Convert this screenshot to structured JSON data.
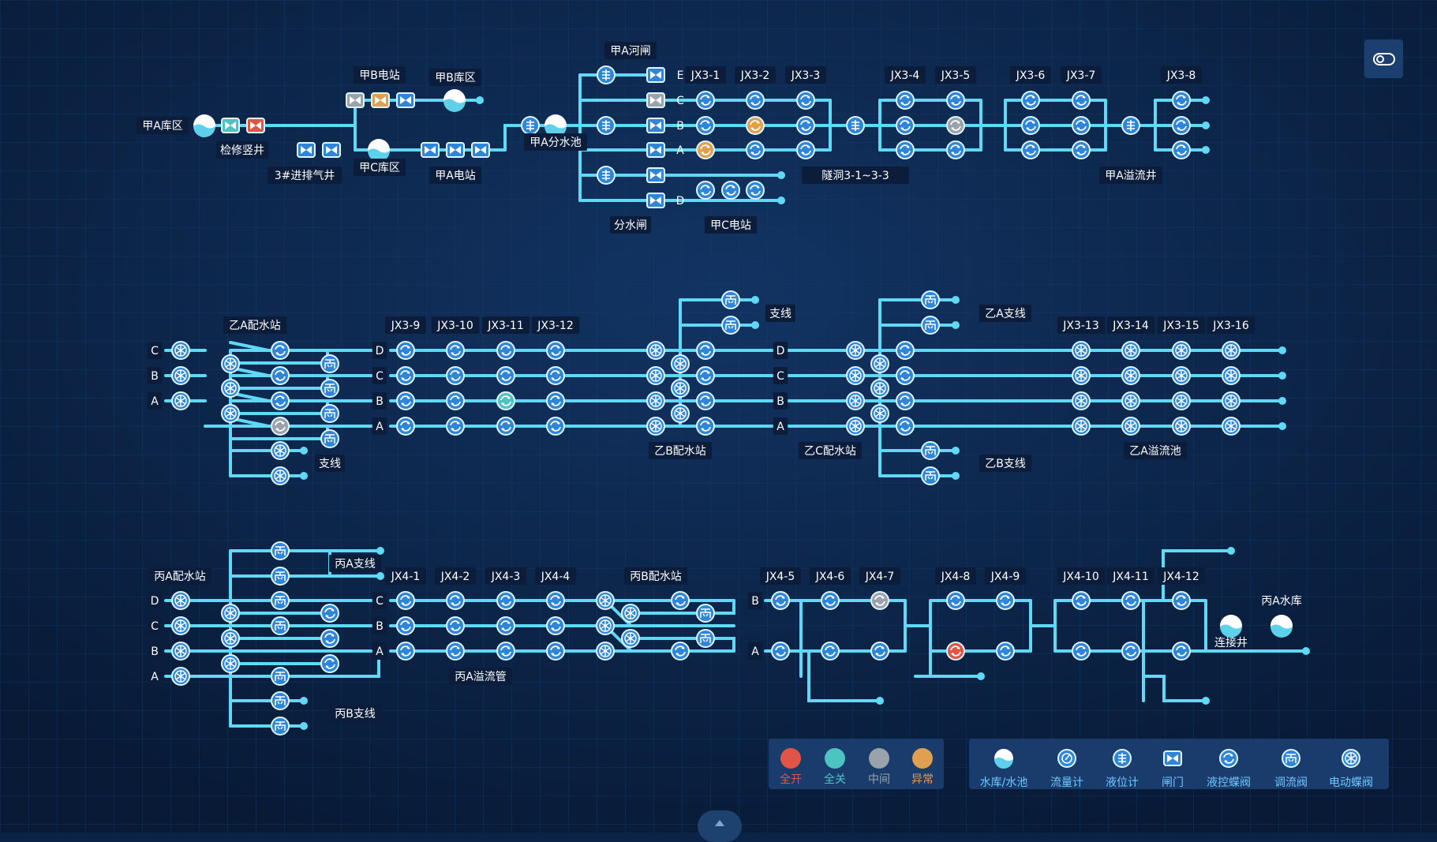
{
  "colors": {
    "pipe": "#5fd9f5",
    "icon_blue": "#2f86d8",
    "icon_border": "#dff6ff",
    "label_bg": "#0b1d3b",
    "label_text": "#ffffff",
    "background": "#0b2346",
    "grid": "#163a66",
    "open_red": "#e05545",
    "closed_teal": "#4ec4c2",
    "middle_gray": "#9aa3ab",
    "abnormal_orange": "#e0a050"
  },
  "labels": {
    "jiaA_reservoir": "甲A库区",
    "maint_shaft": "检修竖井",
    "jiaB_station": "甲B电站",
    "jiaB_reservoir": "甲B库区",
    "jiaC_reservoir": "甲C库区",
    "vent_shaft": "3#进排气井",
    "jiaA_station": "甲A电站",
    "jiaA_river_gate": "甲A河闸",
    "jiaA_div_pool": "甲A分水池",
    "div_gate": "分水闸",
    "jiaC_station": "甲C电站",
    "tunnel": "隧洞3-1~3-3",
    "jiaA_overflow_well": "甲A溢流井",
    "jx3_1": "JX3-1",
    "jx3_2": "JX3-2",
    "jx3_3": "JX3-3",
    "jx3_4": "JX3-4",
    "jx3_5": "JX3-5",
    "jx3_6": "JX3-6",
    "jx3_7": "JX3-7",
    "jx3_8": "JX3-8",
    "yiA_station": "乙A配水站",
    "jx3_9": "JX3-9",
    "jx3_10": "JX3-10",
    "jx3_11": "JX3-11",
    "jx3_12": "JX3-12",
    "branch1": "支线",
    "branch2": "支线",
    "yiB_station": "乙B配水站",
    "yiC_station": "乙C配水站",
    "yiA_branch": "乙A支线",
    "yiB_branch": "乙B支线",
    "jx3_13": "JX3-13",
    "jx3_14": "JX3-14",
    "jx3_15": "JX3-15",
    "jx3_16": "JX3-16",
    "yiA_overflow_pool": "乙A溢流池",
    "bingA_station": "丙A配水站",
    "bingA_branch": "丙A支线",
    "bingB_branch": "丙B支线",
    "jx4_1": "JX4-1",
    "jx4_2": "JX4-2",
    "jx4_3": "JX4-3",
    "jx4_4": "JX4-4",
    "bingB_station": "丙B配水站",
    "bingA_overflow_pipe": "丙A溢流管",
    "jx4_5": "JX4-5",
    "jx4_6": "JX4-6",
    "jx4_7": "JX4-7",
    "jx4_8": "JX4-8",
    "jx4_9": "JX4-9",
    "jx4_10": "JX4-10",
    "jx4_11": "JX4-11",
    "jx4_12": "JX4-12",
    "bingA_reservoir": "丙A水库",
    "connect_well": "连接井"
  },
  "line_letters": {
    "A": "A",
    "B": "B",
    "C": "C",
    "D": "D",
    "E": "E"
  },
  "legend_status": [
    {
      "label": "全开",
      "color": "#e05545"
    },
    {
      "label": "全关",
      "color": "#4ec4c2"
    },
    {
      "label": "中间",
      "color": "#9aa3ab"
    },
    {
      "label": "异常",
      "color": "#e0a050"
    }
  ],
  "legend_types": [
    {
      "label": "水库/水池",
      "icon": "reservoir-icon"
    },
    {
      "label": "流量计",
      "icon": "flowmeter-icon"
    },
    {
      "label": "液位计",
      "icon": "level-gauge-icon"
    },
    {
      "label": "闸门",
      "icon": "gate-icon"
    },
    {
      "label": "液控蝶阀",
      "icon": "hydraulic-butterfly-valve-icon"
    },
    {
      "label": "调流阀",
      "icon": "flow-regulating-valve-icon"
    },
    {
      "label": "电动蝶阀",
      "icon": "electric-butterfly-valve-icon"
    }
  ],
  "toggle_icon": "toggle-switch-icon"
}
